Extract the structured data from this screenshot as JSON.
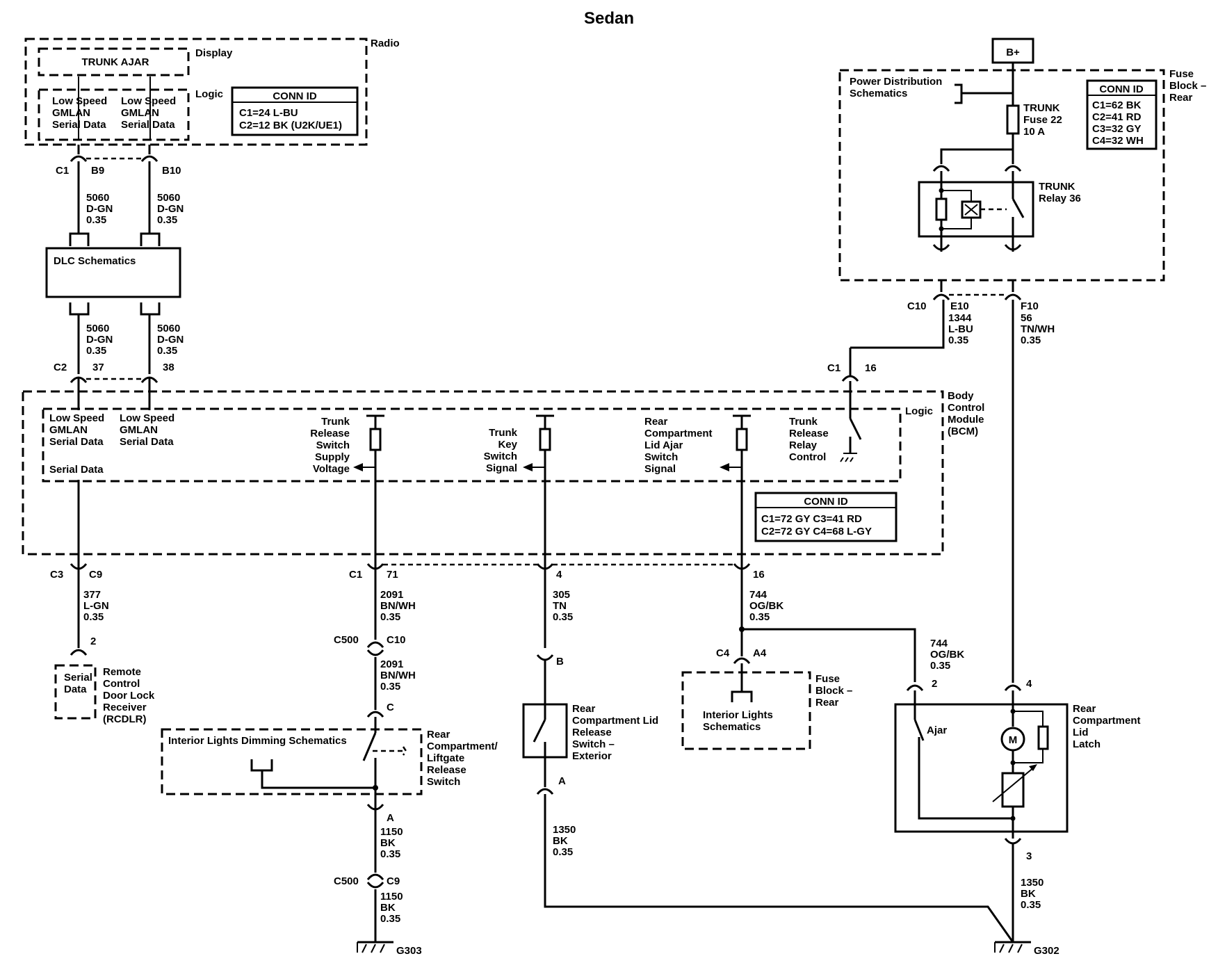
{
  "title": "Sedan",
  "radio": {
    "label": "Radio",
    "display_label": "Display",
    "trunk_ajar": "TRUNK AJAR",
    "logic_label": "Logic",
    "gmlan_1": [
      "Low Speed",
      "GMLAN",
      "Serial Data"
    ],
    "gmlan_2": [
      "Low Speed",
      "GMLAN",
      "Serial Data"
    ],
    "conn_title": "CONN ID",
    "conn_lines": [
      "C1=24 L-BU",
      "C2=12 BK (U2K/UE1)"
    ],
    "c1": "C1",
    "pin_b9": "B9",
    "pin_b10": "B10"
  },
  "dlc": {
    "label": "DLC Schematics",
    "wire_top_left": [
      "5060",
      "D-GN",
      "0.35"
    ],
    "wire_top_right": [
      "5060",
      "D-GN",
      "0.35"
    ],
    "wire_bottom_left": [
      "5060",
      "D-GN",
      "0.35"
    ],
    "wire_bottom_right": [
      "5060",
      "D-GN",
      "0.35"
    ]
  },
  "bcm": {
    "label": [
      "Body",
      "Control",
      "Module",
      "(BCM)"
    ],
    "logic_label": "Logic",
    "c2": "C2",
    "pin_37": "37",
    "pin_38": "38",
    "gmlan_1": [
      "Low Speed",
      "GMLAN",
      "Serial Data"
    ],
    "gmlan_2": [
      "Low Speed",
      "GMLAN",
      "Serial Data"
    ],
    "serial_data": "Serial Data",
    "trunk_release_switch": [
      "Trunk",
      "Release",
      "Switch",
      "Supply",
      "Voltage"
    ],
    "trunk_key_switch": [
      "Trunk",
      "Key",
      "Switch",
      "Signal"
    ],
    "lid_ajar_switch": [
      "Rear",
      "Compartment",
      "Lid Ajar",
      "Switch",
      "Signal"
    ],
    "trunk_release_relay": [
      "Trunk",
      "Release",
      "Relay",
      "Control"
    ],
    "conn_title": "CONN ID",
    "conn_lines": [
      "C1=72 GY  C3=41 RD",
      "C2=72 GY  C4=68 L-GY"
    ],
    "c1_top": "C1",
    "pin_16_top": "16",
    "c3": "C3",
    "pin_c9": "C9",
    "c1_bottom": "C1",
    "pin_71": "71",
    "pin_4": "4",
    "pin_16": "16"
  },
  "fuse_block": {
    "b_plus": "B+",
    "label": [
      "Fuse",
      "Block –",
      "Rear"
    ],
    "power_distribution": [
      "Power Distribution",
      "Schematics"
    ],
    "fuse": [
      "TRUNK",
      "Fuse 22",
      "10 A"
    ],
    "relay": [
      "TRUNK",
      "Relay 36"
    ],
    "conn_title": "CONN ID",
    "conn_lines": [
      "C1=62 BK",
      "C2=41 RD",
      "C3=32 GY",
      "C4=32 WH"
    ],
    "c10": "C10",
    "pin_e10": "E10",
    "pin_f10": "F10",
    "wire_e10": [
      "1344",
      "L-BU",
      "0.35"
    ],
    "wire_f10": [
      "56",
      "TN/WH",
      "0.35"
    ]
  },
  "rcdlr": {
    "wire": [
      "377",
      "L-GN",
      "0.35"
    ],
    "pin": "2",
    "serial_data": [
      "Serial",
      "Data"
    ],
    "label": [
      "Remote",
      "Control",
      "Door Lock",
      "Receiver",
      "(RCDLR)"
    ]
  },
  "liftgate": {
    "wire_top": [
      "2091",
      "BN/WH",
      "0.35"
    ],
    "c500_top": "C500",
    "pin_c10": "C10",
    "wire_mid": [
      "2091",
      "BN/WH",
      "0.35"
    ],
    "pin_c": "C",
    "dimming": "Interior Lights Dimming Schematics",
    "switch_label": [
      "Rear",
      "Compartment/",
      "Liftgate",
      "Release",
      "Switch"
    ],
    "pin_a": "A",
    "wire_low": [
      "1150",
      "BK",
      "0.35"
    ],
    "c500_bottom": "C500",
    "pin_c9": "C9",
    "wire_ground": [
      "1150",
      "BK",
      "0.35"
    ],
    "ground": "G303"
  },
  "exterior_switch": {
    "wire_top": [
      "305",
      "TN",
      "0.35"
    ],
    "pin_b": "B",
    "label": [
      "Rear",
      "Compartment Lid",
      "Release",
      "Switch –",
      "Exterior"
    ],
    "pin_a": "A",
    "wire_bottom": [
      "1350",
      "BK",
      "0.35"
    ]
  },
  "interior_lights": {
    "wire_top": [
      "744",
      "OG/BK",
      "0.35"
    ],
    "c4": "C4",
    "pin_a4": "A4",
    "label": [
      "Interior Lights",
      "Schematics"
    ],
    "fuse_block": [
      "Fuse",
      "Block –",
      "Rear"
    ],
    "wire_branch": [
      "744",
      "OG/BK",
      "0.35"
    ]
  },
  "latch": {
    "pin_2": "2",
    "pin_4": "4",
    "ajar": "Ajar",
    "motor": "M",
    "label": [
      "Rear",
      "Compartment",
      "Lid",
      "Latch"
    ],
    "pin_3": "3",
    "wire_ground": [
      "1350",
      "BK",
      "0.35"
    ],
    "ground": "G302"
  }
}
